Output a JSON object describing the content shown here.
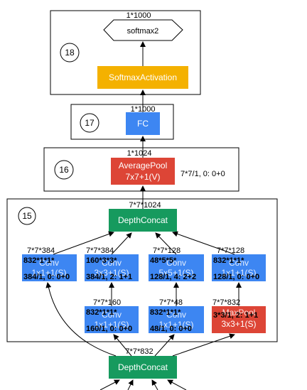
{
  "colors": {
    "blue": "#3d86f2",
    "green": "#169a5e",
    "red": "#dd4536",
    "orange": "#f4b100",
    "line": "#000000"
  },
  "module18": {
    "badge": "18",
    "dim_top": "1*1000",
    "softmax2": "softmax2",
    "softmax_activation": "SoftmaxActivation"
  },
  "module17": {
    "badge": "17",
    "dim_top": "1*1000",
    "fc": "FC"
  },
  "module16": {
    "badge": "16",
    "dim_top": "1*1024",
    "pool_name": "AveragePool",
    "pool_params": "7x7+1(V)",
    "side_note": "7*7/1, 0: 0+0"
  },
  "module15": {
    "badge": "15",
    "concat_dim": "7*7*1024",
    "concat_label": "DepthConcat",
    "branch1": {
      "dim": "7*7*384",
      "overlay_top": "832*1*1*",
      "name": "Conv",
      "params": "1x1+1(S)",
      "overlay_bottom": "384/1, 0: 0+0"
    },
    "branch2": {
      "dim": "7*7*384",
      "overlay_top": "160*3*3*",
      "name": "Conv",
      "params": "3x3+1(S)",
      "overlay_bottom": "384/1, 2: 1+1"
    },
    "branch2_reduce": {
      "dim": "7*7*160",
      "overlay_top": "832*1*1*",
      "name": "Conv",
      "params": "1x1+1(S)",
      "overlay_bottom": "160/1, 0: 0+0"
    },
    "branch3": {
      "dim": "7*7*128",
      "overlay_top": "48*5*5*",
      "name": "Conv",
      "params": "5x5+1(S)",
      "overlay_bottom": "128/1, 4: 2+2"
    },
    "branch3_reduce": {
      "dim": "7*7*48",
      "overlay_top": "832*1*1*",
      "name": "Conv",
      "params": "1x1+1(S)",
      "overlay_bottom": "48/1, 0: 0+0"
    },
    "branch4": {
      "dim": "7*7*128",
      "overlay_top": "832*1*1*",
      "name": "Conv",
      "params": "1x1+1(S)",
      "overlay_bottom": "128/1, 0: 0+0"
    },
    "pool": {
      "dim": "7*7*832",
      "overlay_top": "3*3/1, 2: 1+1",
      "name": "MaxPool",
      "params": "3x3+1(S)"
    }
  },
  "bottom": {
    "dim": "7*7*832",
    "concat_label": "DepthConcat"
  }
}
